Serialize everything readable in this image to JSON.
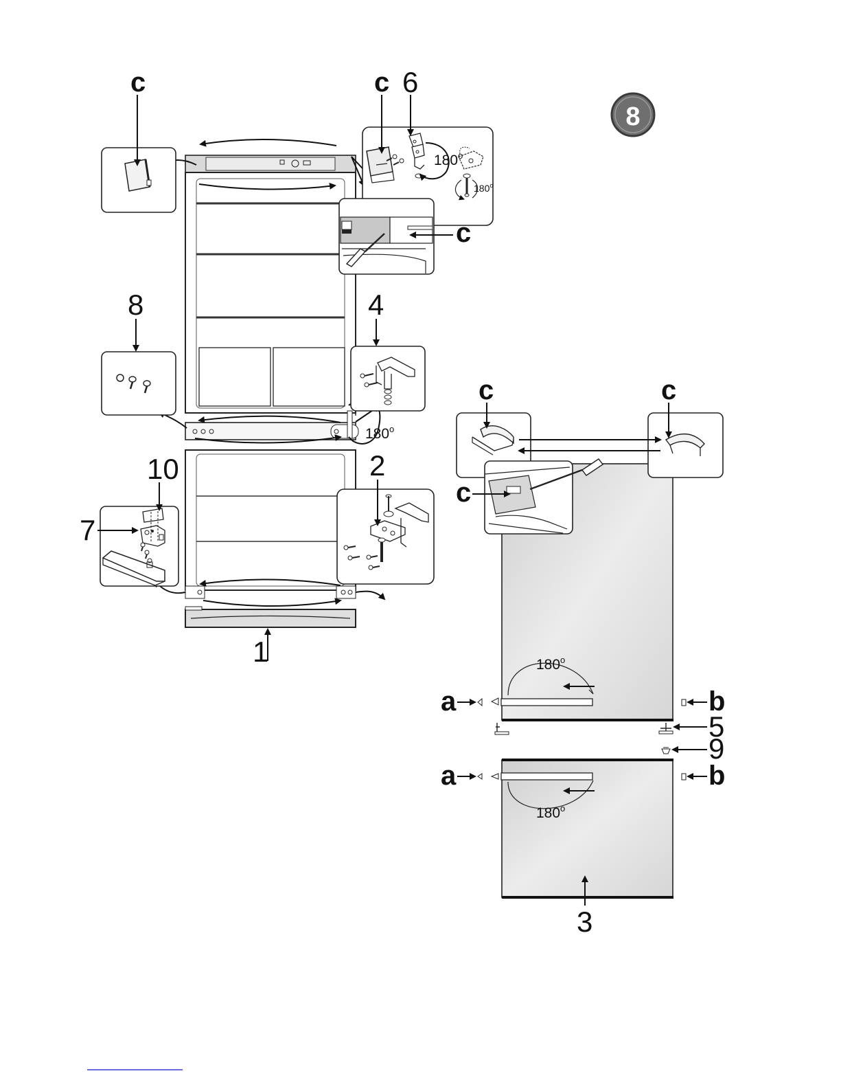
{
  "step_badge": "8",
  "labels": {
    "c": "c",
    "a": "a",
    "b": "b",
    "n1": "1",
    "n2": "2",
    "n3": "3",
    "n4": "4",
    "n5": "5",
    "n6": "6",
    "n7": "7",
    "n8": "8",
    "n9": "9",
    "n10": "10",
    "deg180": "180",
    "deg_sup": "o"
  },
  "colors": {
    "badge_fill": "#6f6f6f",
    "badge_ring": "#3a3a3a",
    "door_fill": "#e2e2e2",
    "outline": "#222222",
    "footer_link": "#3b3bd6"
  }
}
